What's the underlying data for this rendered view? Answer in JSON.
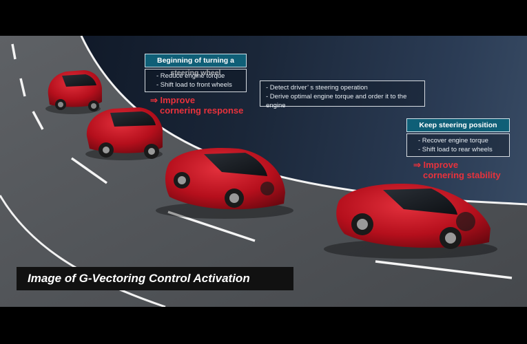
{
  "caption": "Image of G-Vectoring Control Activation",
  "phase1": {
    "title": "Beginning of turning a steering wheel",
    "items": [
      "- Reduce engine torque",
      "- Shift load to front wheels"
    ],
    "result_line1": "⇒ Improve",
    "result_line2": "cornering response"
  },
  "detect": {
    "items": [
      "- Detect driver’ s steering operation",
      "- Derive optimal engine torque and order it to the engine"
    ]
  },
  "phase2": {
    "title": "Keep steering position",
    "items": [
      "- Recover engine torque",
      "- Shift load to rear wheels"
    ],
    "result_line1": "⇒ Improve",
    "result_line2": "cornering stability"
  },
  "colors": {
    "car_red": "#c2121f",
    "accent_red": "#e8323c",
    "title_teal": "#0f5f77"
  }
}
